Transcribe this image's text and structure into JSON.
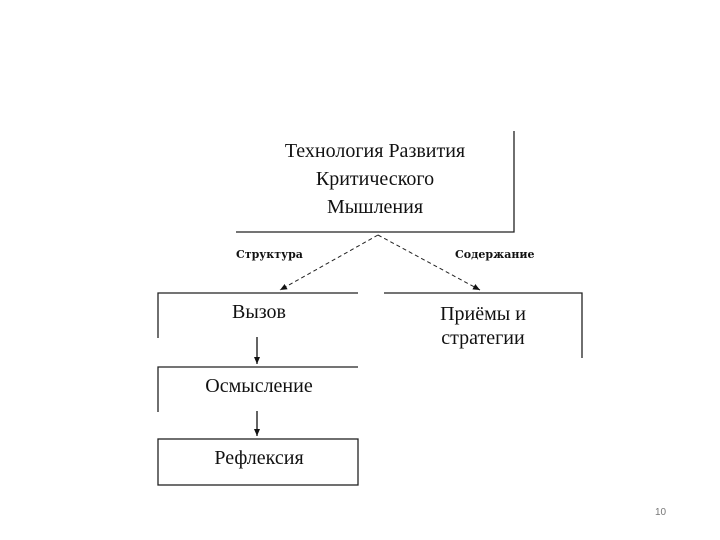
{
  "diagram": {
    "root": {
      "lines": [
        "Технология Развития",
        "Критического",
        "Мышления"
      ]
    },
    "edges": {
      "structure_label": "Структура",
      "content_label": "Содержание"
    },
    "stages": [
      "Вызов",
      "Осмысление",
      "Рефлексия"
    ],
    "techniques": {
      "lines": [
        "Приёмы и",
        "стратегии"
      ]
    }
  },
  "slide": {
    "number": "10"
  }
}
